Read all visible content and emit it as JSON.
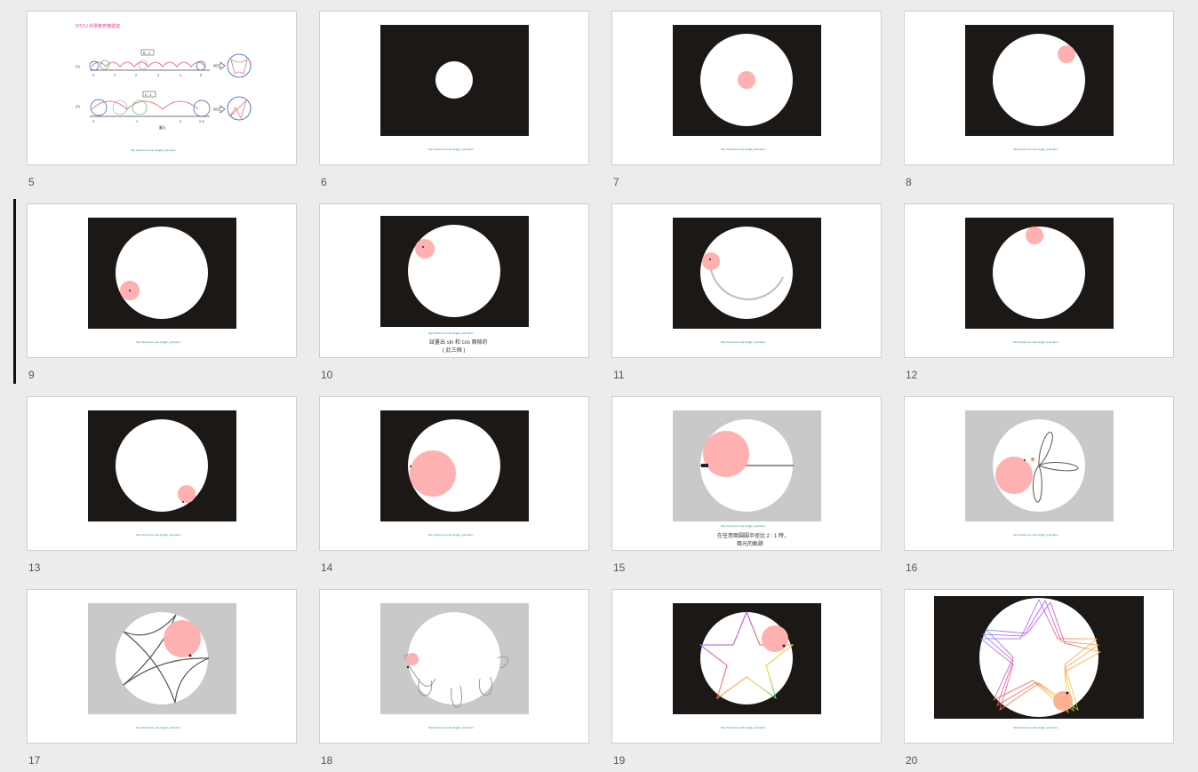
{
  "slides": [
    {
      "number": "5"
    },
    {
      "number": "6"
    },
    {
      "number": "7"
    },
    {
      "number": "8"
    },
    {
      "number": "9"
    },
    {
      "number": "10",
      "caption_line1": "試畫出 sin 和 cos 兩條的 ",
      "caption_line2": "( 此三個 ) "
    },
    {
      "number": "11"
    },
    {
      "number": "12"
    },
    {
      "number": "13"
    },
    {
      "number": "14"
    },
    {
      "number": "15",
      "caption_line1": "在任意兩圓圍半徑比 2 : 1 時，",
      "caption_line2": "兩光的軌跡"
    },
    {
      "number": "16"
    },
    {
      "number": "17"
    },
    {
      "number": "18"
    },
    {
      "number": "19"
    },
    {
      "number": "20"
    }
  ],
  "slide5": {
    "title": "NTCU 科學教育實驗室",
    "row1_label": "(1)",
    "row2_label": "(2)",
    "row1_box": "B : 1",
    "row2_box": "2 : 1",
    "row1_ticks": [
      "0",
      "1",
      "2",
      "3",
      "4",
      "5"
    ],
    "row2_ticks": [
      "0",
      "1",
      "2",
      "2.5"
    ],
    "figure_label": "圖九"
  },
  "footer_url": "http://www.ntcu.edu.tw/ggb_animation",
  "colors": {
    "background": "#ececec",
    "slide_bg": "#ffffff",
    "dark_frame": "#1c1816",
    "gray_frame": "#c9c9c9",
    "pink_disc": "#ffb0b0",
    "url_color": "#2a8aa0",
    "selection_bar": "#111111"
  }
}
